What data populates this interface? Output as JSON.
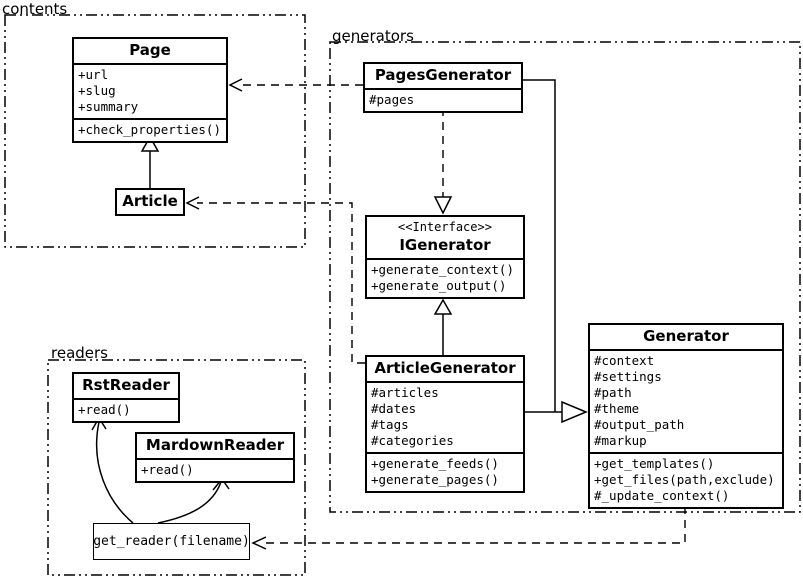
{
  "colors": {
    "line": "#000000",
    "fill": "#ffffff"
  },
  "packages": {
    "contents": {
      "label": "contents"
    },
    "generators": {
      "label": "generators"
    },
    "readers": {
      "label": "readers"
    }
  },
  "classes": {
    "page": {
      "name": "Page",
      "attributes": [
        "+url",
        "+slug",
        "+summary"
      ],
      "methods": [
        "+check_properties()"
      ]
    },
    "article": {
      "name": "Article"
    },
    "pages_generator": {
      "name": "PagesGenerator",
      "attributes": [
        "#pages"
      ]
    },
    "igenerator": {
      "stereotype": "<<Interface>>",
      "name": "IGenerator",
      "methods": [
        "+generate_context()",
        "+generate_output()"
      ]
    },
    "article_generator": {
      "name": "ArticleGenerator",
      "attributes": [
        "#articles",
        "#dates",
        "#tags",
        "#categories"
      ],
      "methods": [
        "+generate_feeds()",
        "+generate_pages()"
      ]
    },
    "generator": {
      "name": "Generator",
      "attributes": [
        "#context",
        "#settings",
        "#path",
        "#theme",
        "#output_path",
        "#markup"
      ],
      "methods": [
        "+get_templates()",
        "+get_files(path,exclude)",
        "#_update_context()"
      ]
    },
    "rst_reader": {
      "name": "RstReader",
      "methods": [
        "+read()"
      ]
    },
    "markdown_reader": {
      "name": "MardownReader",
      "methods": [
        "+read()"
      ]
    },
    "get_reader": {
      "label": "get_reader(filename)"
    }
  }
}
